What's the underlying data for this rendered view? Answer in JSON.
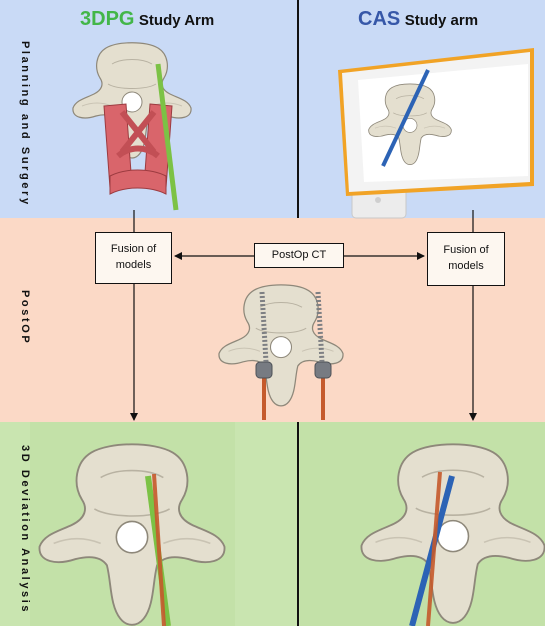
{
  "columns": {
    "left": {
      "abbr": "3DPG",
      "rest": "Study Arm",
      "abbr_color": "#43b649"
    },
    "right": {
      "abbr": "CAS",
      "rest": "Study arm",
      "abbr_color": "#3657a8"
    }
  },
  "rows": {
    "top": "Planning and Surgery",
    "middle": "PostOP",
    "bottom": "3D Deviation Analysis"
  },
  "boxes": {
    "left_fusion": [
      "Fusion of",
      "models"
    ],
    "center_ct": "PostOp CT",
    "right_fusion": [
      "Fusion of",
      "models"
    ]
  },
  "colors": {
    "planning_band": "#c9daf6",
    "postop_band": "#fbd9c6",
    "analysis_band": "#c9e5b0",
    "bone": "#e4dfcf",
    "guide": "#d9656b",
    "planned_trajectory": "#7cc245",
    "cas_trajectory": "#2c63b5",
    "actual_screw": "#c55a2c",
    "monitor_frame": "#f1a326"
  }
}
